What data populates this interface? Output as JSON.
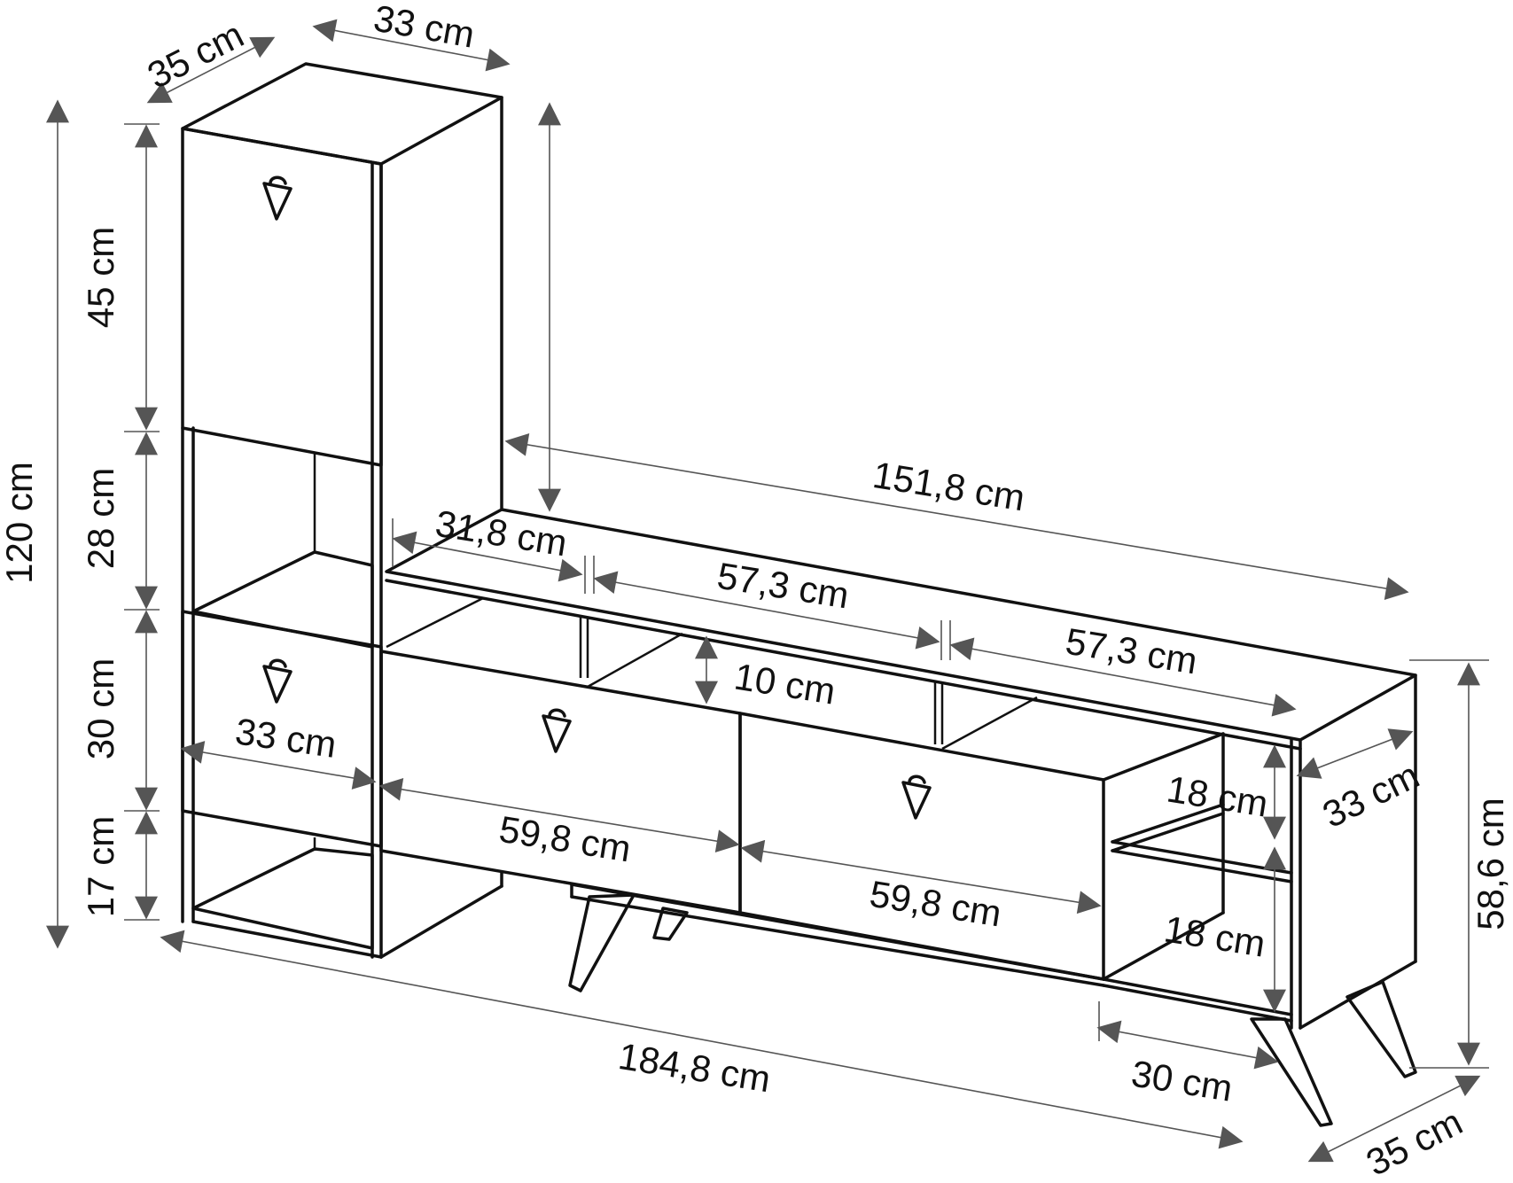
{
  "colors": {
    "line": "#111111",
    "dimension": "#555555",
    "arrow": "#555555",
    "background": "#ffffff"
  },
  "icons": {
    "handle": "v-handle-icon"
  },
  "labels": {
    "tower_depth_top": "35 cm",
    "tower_width_top": "33 cm",
    "total_height": "120 cm",
    "door_height": "45 cm",
    "open_shelf_height": "28 cm",
    "drawer_height": "30 cm",
    "bottom_shelf_height": "17 cm",
    "tower_drawer_width": "33 cm",
    "tv_unit_length": "151,8 cm",
    "top_shelf_left": "31,8 cm",
    "top_shelf_mid": "57,3 cm",
    "top_shelf_right": "57,3 cm",
    "top_shelf_height": "10 cm",
    "drawer_left_width": "59,8 cm",
    "drawer_right_width": "59,8 cm",
    "side_shelf_upper": "18 cm",
    "side_shelf_lower": "18 cm",
    "side_depth": "33 cm",
    "unit_height": "58,6 cm",
    "total_length": "184,8 cm",
    "side_opening_width": "30 cm",
    "unit_depth": "35 cm"
  }
}
